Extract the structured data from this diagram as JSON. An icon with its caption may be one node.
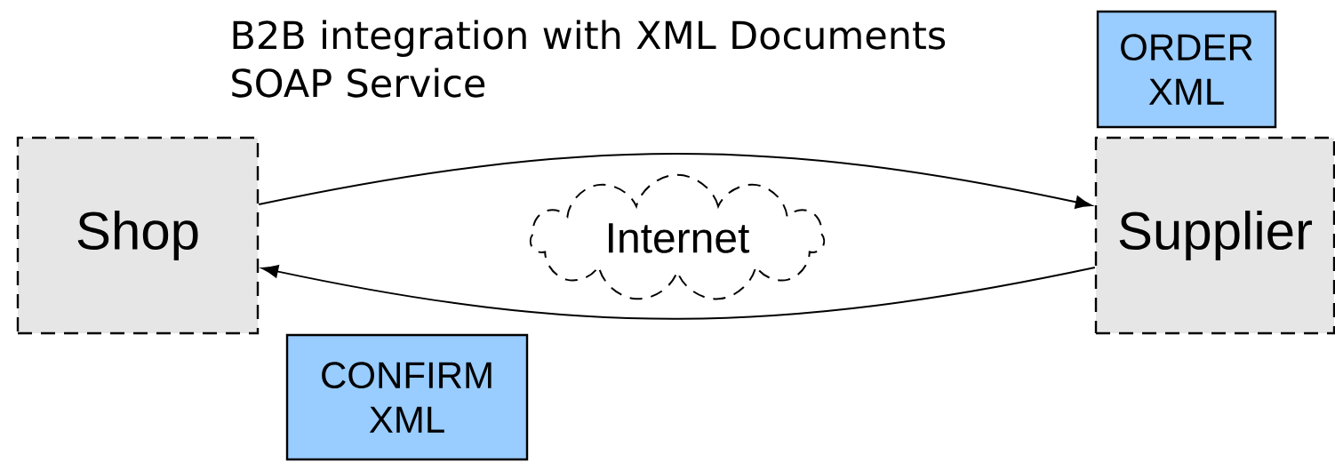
{
  "diagram": {
    "title": "B2B integration with XML Documents SOAP Service",
    "nodes": [
      {
        "text": [
          "Shop"
        ]
      },
      {
        "text": [
          "Internet"
        ]
      },
      {
        "text": [
          "Supplier"
        ]
      },
      {
        "text": [
          "ORDER XML"
        ]
      },
      {
        "text": [
          "CONFIRM XML"
        ]
      }
    ],
    "edges": [
      {
        "from": 0,
        "to": 2,
        "arrow": "to"
      },
      {
        "from": 2,
        "to": 0,
        "arrow": "to"
      }
    ]
  }
}
